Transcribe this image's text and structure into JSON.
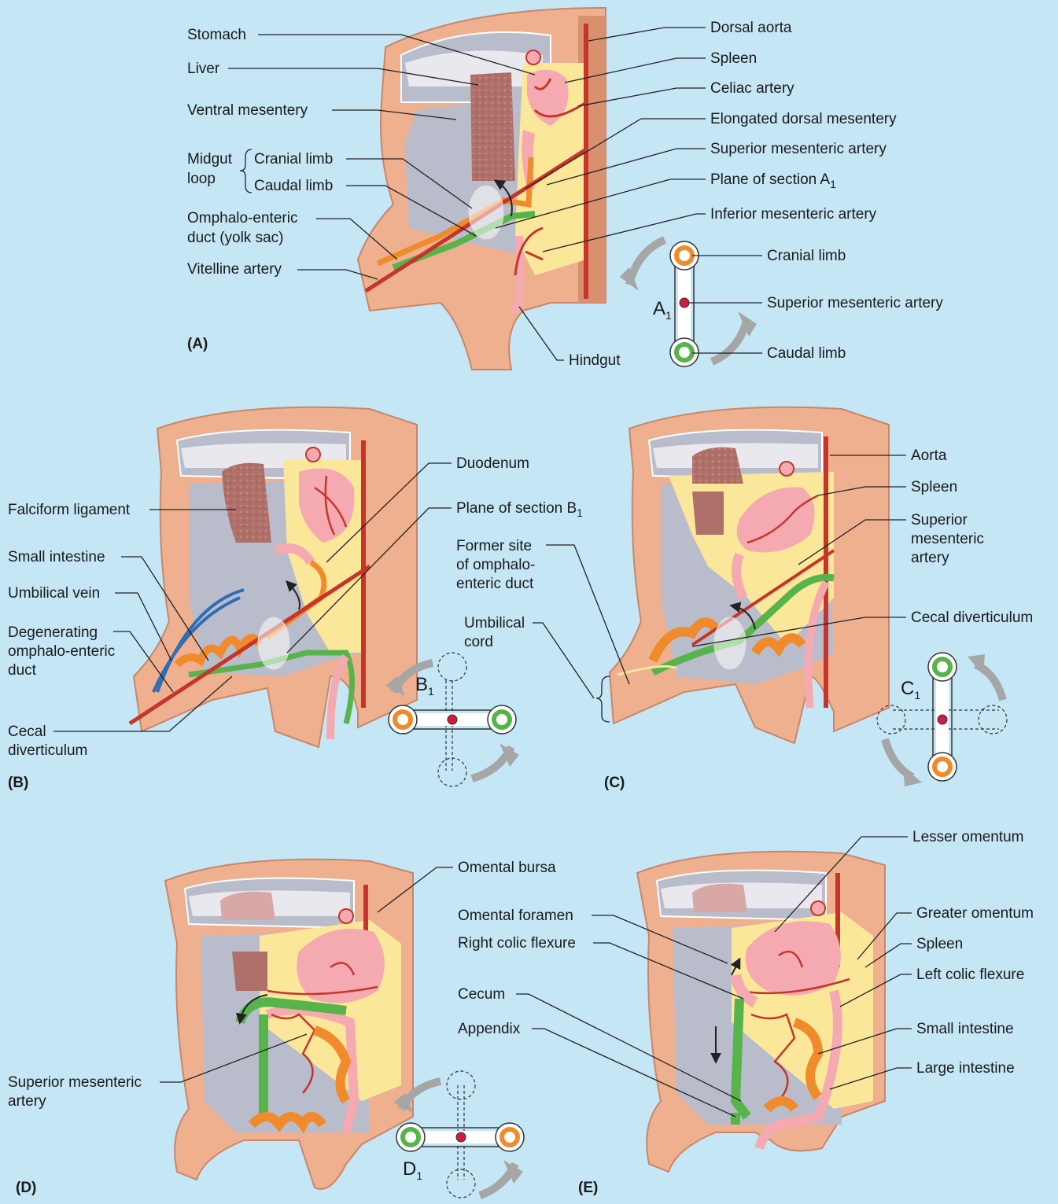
{
  "panels": {
    "A": {
      "letter": "(A)",
      "labels": {
        "stomach": "Stomach",
        "liver": "Liver",
        "ventral_mesentery": "Ventral mesentery",
        "midgut": "Midgut",
        "loop": "loop",
        "cranial_limb": "Cranial limb",
        "caudal_limb": "Caudal limb",
        "omphalo_1": "Omphalo-enteric",
        "omphalo_2": "duct (yolk sac)",
        "vitelline_artery": "Vitelline artery",
        "dorsal_aorta": "Dorsal aorta",
        "spleen": "Spleen",
        "celiac_artery": "Celiac artery",
        "elongated_dorsal_mesentery": "Elongated dorsal mesentery",
        "superior_mesenteric_artery": "Superior mesenteric artery",
        "plane_of_section": "Plane of section A",
        "plane_sub": "1",
        "inferior_mesenteric_artery": "Inferior mesenteric artery",
        "hindgut": "Hindgut"
      },
      "inset": {
        "name": "A",
        "sub": "1",
        "cranial_limb": "Cranial limb",
        "superior_mesenteric_artery": "Superior mesenteric artery",
        "caudal_limb": "Caudal limb"
      }
    },
    "B": {
      "letter": "(B)",
      "labels": {
        "falciform_ligament": "Falciform ligament",
        "small_intestine": "Small intestine",
        "umbilical_vein": "Umbilical vein",
        "degenerating_1": "Degenerating",
        "degenerating_2": "omphalo-enteric",
        "degenerating_3": "duct",
        "cecal_1": "Cecal",
        "cecal_2": "diverticulum",
        "duodenum": "Duodenum",
        "plane_of_section": "Plane of section B",
        "plane_sub": "1"
      },
      "inset": {
        "name": "B",
        "sub": "1"
      }
    },
    "C": {
      "letter": "(C)",
      "labels": {
        "former_1": "Former site",
        "former_2": "of omphalo-",
        "former_3": "enteric duct",
        "umbilical_1": "Umbilical",
        "umbilical_2": "cord",
        "aorta": "Aorta",
        "spleen": "Spleen",
        "sma_1": "Superior",
        "sma_2": "mesenteric",
        "sma_3": "artery",
        "cecal_diverticulum": "Cecal diverticulum"
      },
      "inset": {
        "name": "C",
        "sub": "1"
      }
    },
    "D": {
      "letter": "(D)",
      "labels": {
        "omental_bursa": "Omental bursa",
        "sma_1": "Superior mesenteric",
        "sma_2": "artery"
      },
      "inset": {
        "name": "D",
        "sub": "1"
      }
    },
    "E": {
      "letter": "(E)",
      "labels": {
        "lesser_omentum": "Lesser omentum",
        "omental_foramen": "Omental foramen",
        "right_colic_flexure": "Right colic flexure",
        "cecum": "Cecum",
        "appendix": "Appendix",
        "greater_omentum": "Greater omentum",
        "spleen": "Spleen",
        "left_colic_flexure": "Left colic flexure",
        "small_intestine": "Small intestine",
        "large_intestine": "Large intestine"
      }
    }
  },
  "colors": {
    "background": "#c5e6f5",
    "body_wall": "#eeb08f",
    "body_wall_dark": "#d9906e",
    "cavity": "#b9bccb",
    "mesentery": "#fbe79a",
    "liver": "#b0706a",
    "artery": "#c6352a",
    "cranial_limb": "#f08a2a",
    "caudal_limb": "#56b44a",
    "vein": "#2f6db5",
    "gut": "#f4aab0"
  }
}
